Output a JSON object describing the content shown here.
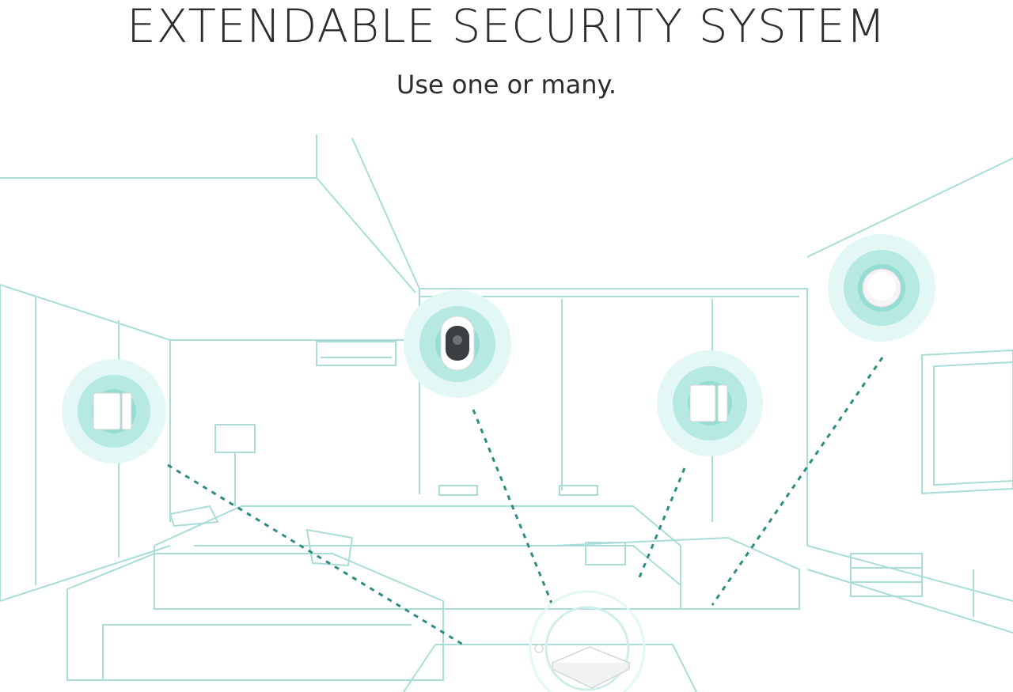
{
  "headline": "EXTENDABLE SECURITY SYSTEM",
  "subheadline": "Use one or many.",
  "colors": {
    "line": "#9fd9d2",
    "ring_outer": "#e3f7f4",
    "ring_mid": "#bfece5",
    "ring_inner": "#95ddd3",
    "signal": "#2e8c80",
    "heading": "#2d2d2d"
  },
  "devices": [
    {
      "name": "door-window-sensor-left",
      "icon": "contact-sensor"
    },
    {
      "name": "camera",
      "icon": "security-camera"
    },
    {
      "name": "door-window-sensor-right",
      "icon": "contact-sensor"
    },
    {
      "name": "motion-sensor",
      "icon": "ceiling-motion-sensor"
    },
    {
      "name": "hub",
      "icon": "base-station"
    }
  ]
}
